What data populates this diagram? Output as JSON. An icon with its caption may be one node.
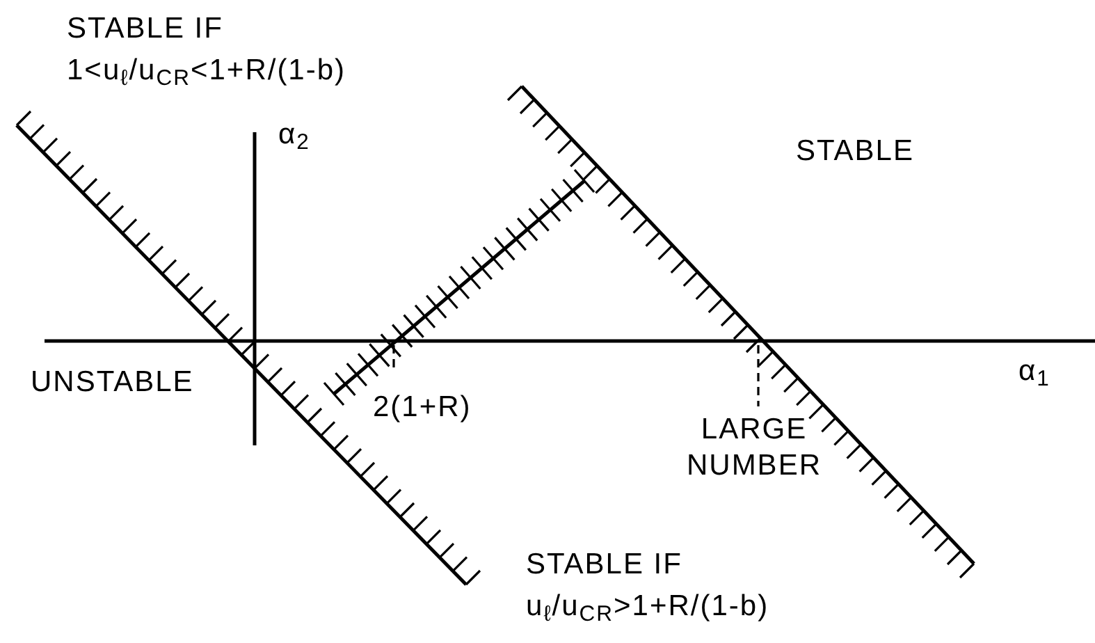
{
  "diagram": {
    "labels": [
      "STABLE IF",
      "1<u$_{ℓ}$/u$_{CR}$<1+R/(1-b)",
      "STABLE",
      "α$_{2}$",
      "UNSTABLE",
      "2(1+R)",
      "α$_{1}$",
      "LARGE NUMBER",
      "STABLE IF",
      "u$_{ℓ}$/u$_{CR}$>1+R/(1-b)"
    ]
  }
}
